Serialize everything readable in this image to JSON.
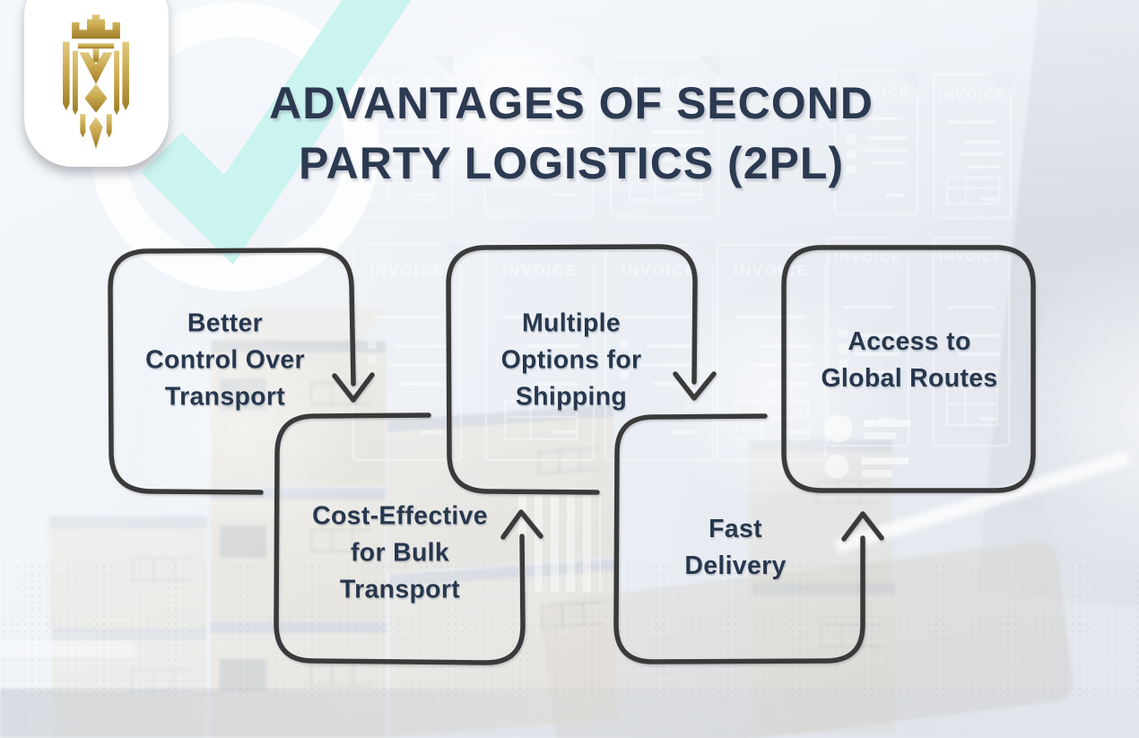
{
  "header": {
    "title_line1": "ADVANTAGES OF SECOND",
    "title_line2": "PARTY LOGISTICS (2PL)"
  },
  "watermark": {
    "invoice_label": "INVOICE"
  },
  "advantages": [
    {
      "label": "Better Control Over Transport",
      "lines": [
        "Better",
        "Control Over",
        "Transport"
      ]
    },
    {
      "label": "Cost-Effective for Bulk Transport",
      "lines": [
        "Cost-Effective",
        "for Bulk",
        "Transport"
      ]
    },
    {
      "label": "Multiple Options for Shipping",
      "lines": [
        "Multiple",
        "Options for",
        "Shipping"
      ]
    },
    {
      "label": "Fast Delivery",
      "lines": [
        "Fast",
        "Delivery"
      ]
    },
    {
      "label": "Access to Global Routes",
      "lines": [
        "Access to",
        "Global Routes"
      ]
    }
  ],
  "flow": {
    "connections": [
      {
        "from": "Better Control Over Transport",
        "to": "Cost-Effective for Bulk Transport",
        "direction": "down"
      },
      {
        "from": "Cost-Effective for Bulk Transport",
        "to": "Multiple Options for Shipping",
        "direction": "up"
      },
      {
        "from": "Multiple Options for Shipping",
        "to": "Fast Delivery",
        "direction": "down"
      },
      {
        "from": "Fast Delivery",
        "to": "Access to Global Routes",
        "direction": "up"
      }
    ]
  },
  "colors": {
    "title_text": "#2c3a51",
    "box_text": "#27374d",
    "outline": "#3a3a3a",
    "checkmark": "#cbf3ef",
    "ring": "#ffffff",
    "logo_gold": "#c9a94f",
    "logo_card": "#ffffff",
    "background": "#e8ecf0"
  }
}
